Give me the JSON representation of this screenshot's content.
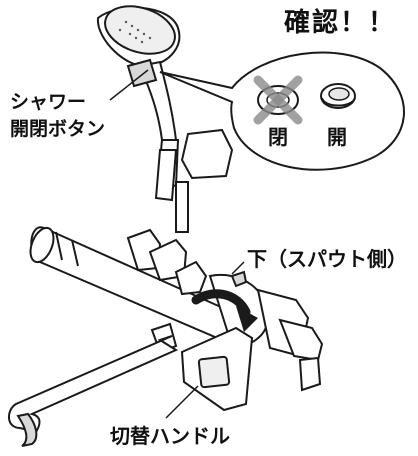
{
  "labels": {
    "confirm": "確認！！",
    "shower_button_line1": "シャワー",
    "shower_button_line2": "開閉ボタン",
    "closed": "閉",
    "open": "開",
    "down_spout": "下（スパウト側）",
    "switch_handle": "切替ハンドル"
  },
  "colors": {
    "outline": "#1a1a1a",
    "x_mark": "#8a8a8a",
    "shade": "#e6e6e6"
  }
}
